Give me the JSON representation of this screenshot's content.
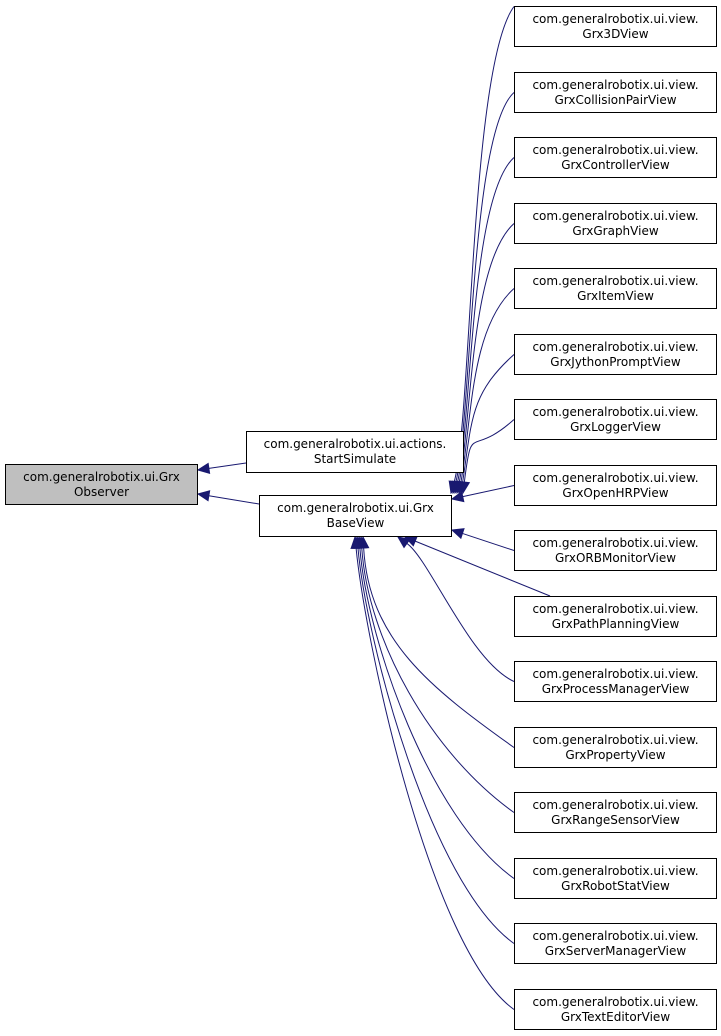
{
  "colors": {
    "edge": "#191970",
    "root_fill": "#bfbfbf",
    "node_fill": "#ffffff",
    "border": "#000000"
  },
  "nodes": {
    "observer": {
      "line1": "com.generalrobotix.ui.Grx",
      "line2": "Observer"
    },
    "startsimulate": {
      "line1": "com.generalrobotix.ui.actions.",
      "line2": "StartSimulate"
    },
    "baseview": {
      "line1": "com.generalrobotix.ui.Grx",
      "line2": "BaseView"
    },
    "views": [
      {
        "line1": "com.generalrobotix.ui.view.",
        "line2": "Grx3DView"
      },
      {
        "line1": "com.generalrobotix.ui.view.",
        "line2": "GrxCollisionPairView"
      },
      {
        "line1": "com.generalrobotix.ui.view.",
        "line2": "GrxControllerView"
      },
      {
        "line1": "com.generalrobotix.ui.view.",
        "line2": "GrxGraphView"
      },
      {
        "line1": "com.generalrobotix.ui.view.",
        "line2": "GrxItemView"
      },
      {
        "line1": "com.generalrobotix.ui.view.",
        "line2": "GrxJythonPromptView"
      },
      {
        "line1": "com.generalrobotix.ui.view.",
        "line2": "GrxLoggerView"
      },
      {
        "line1": "com.generalrobotix.ui.view.",
        "line2": "GrxOpenHRPView"
      },
      {
        "line1": "com.generalrobotix.ui.view.",
        "line2": "GrxORBMonitorView"
      },
      {
        "line1": "com.generalrobotix.ui.view.",
        "line2": "GrxPathPlanningView"
      },
      {
        "line1": "com.generalrobotix.ui.view.",
        "line2": "GrxProcessManagerView"
      },
      {
        "line1": "com.generalrobotix.ui.view.",
        "line2": "GrxPropertyView"
      },
      {
        "line1": "com.generalrobotix.ui.view.",
        "line2": "GrxRangeSensorView"
      },
      {
        "line1": "com.generalrobotix.ui.view.",
        "line2": "GrxRobotStatView"
      },
      {
        "line1": "com.generalrobotix.ui.view.",
        "line2": "GrxServerManagerView"
      },
      {
        "line1": "com.generalrobotix.ui.view.",
        "line2": "GrxTextEditorView"
      }
    ]
  }
}
